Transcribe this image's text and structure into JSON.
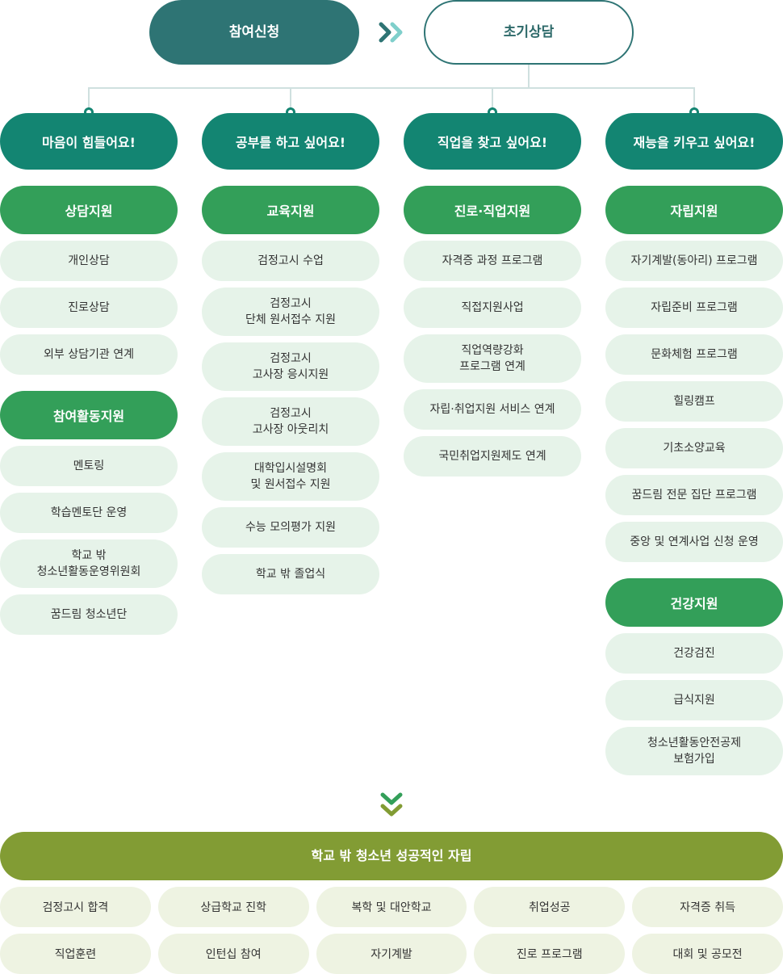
{
  "flow": {
    "step1": "참여신청",
    "step2": "초기상담",
    "arrow_icon": "double-chevron-right-icon"
  },
  "columns": [
    {
      "header": "마음이 힘들어요!",
      "groups": [
        {
          "title": "상담지원",
          "items": [
            "개인상담",
            "진로상담",
            "외부 상담기관 연계"
          ]
        },
        {
          "title": "참여활동지원",
          "items": [
            "멘토링",
            "학습멘토단 운영",
            "학교 밖\n청소년활동운영위원회",
            "꿈드림 청소년단"
          ]
        }
      ]
    },
    {
      "header": "공부를 하고 싶어요!",
      "groups": [
        {
          "title": "교육지원",
          "items": [
            "검정고시 수업",
            "검정고시\n단체 원서접수 지원",
            "검정고시\n고사장 응시지원",
            "검정고시\n고사장 아웃리치",
            "대학입시설명회\n및 원서접수 지원",
            "수능 모의평가 지원",
            "학교 밖 졸업식"
          ]
        }
      ]
    },
    {
      "header": "직업을 찾고 싶어요!",
      "groups": [
        {
          "title": "진로·직업지원",
          "items": [
            "자격증 과정 프로그램",
            "직접지원사업",
            "직업역량강화\n프로그램 연계",
            "자립·취업지원 서비스 연계",
            "국민취업지원제도 연계"
          ]
        }
      ]
    },
    {
      "header": "재능을 키우고 싶어요!",
      "groups": [
        {
          "title": "자립지원",
          "items": [
            "자기계발(동아리) 프로그램",
            "자립준비 프로그램",
            "문화체험 프로그램",
            "힐링캠프",
            "기초소양교육",
            "꿈드림 전문 집단 프로그램",
            "중앙 및 연계사업 신청 운영"
          ]
        },
        {
          "title": "건강지원",
          "items": [
            "건강검진",
            "급식지원",
            "청소년활동안전공제\n보험가입"
          ]
        }
      ]
    }
  ],
  "result": {
    "title": "학교 밖 청소년 성공적인 자립",
    "arrow_icon": "double-chevron-down-icon",
    "outcomes": [
      "검정고시 합격",
      "상급학교 진학",
      "복학 및 대안학교",
      "취업성공",
      "자격증 취득",
      "직업훈련",
      "인턴십 참여",
      "자기계발",
      "진로 프로그램",
      "대회 및 공모전"
    ]
  },
  "colors": {
    "step_filled": "#2e7474",
    "column_header": "#138572",
    "category": "#339f59",
    "item_bg": "#e6f3e9",
    "result_bar": "#829c34",
    "outcome_bg": "#eef3e2",
    "connector": "#cfe0df"
  }
}
